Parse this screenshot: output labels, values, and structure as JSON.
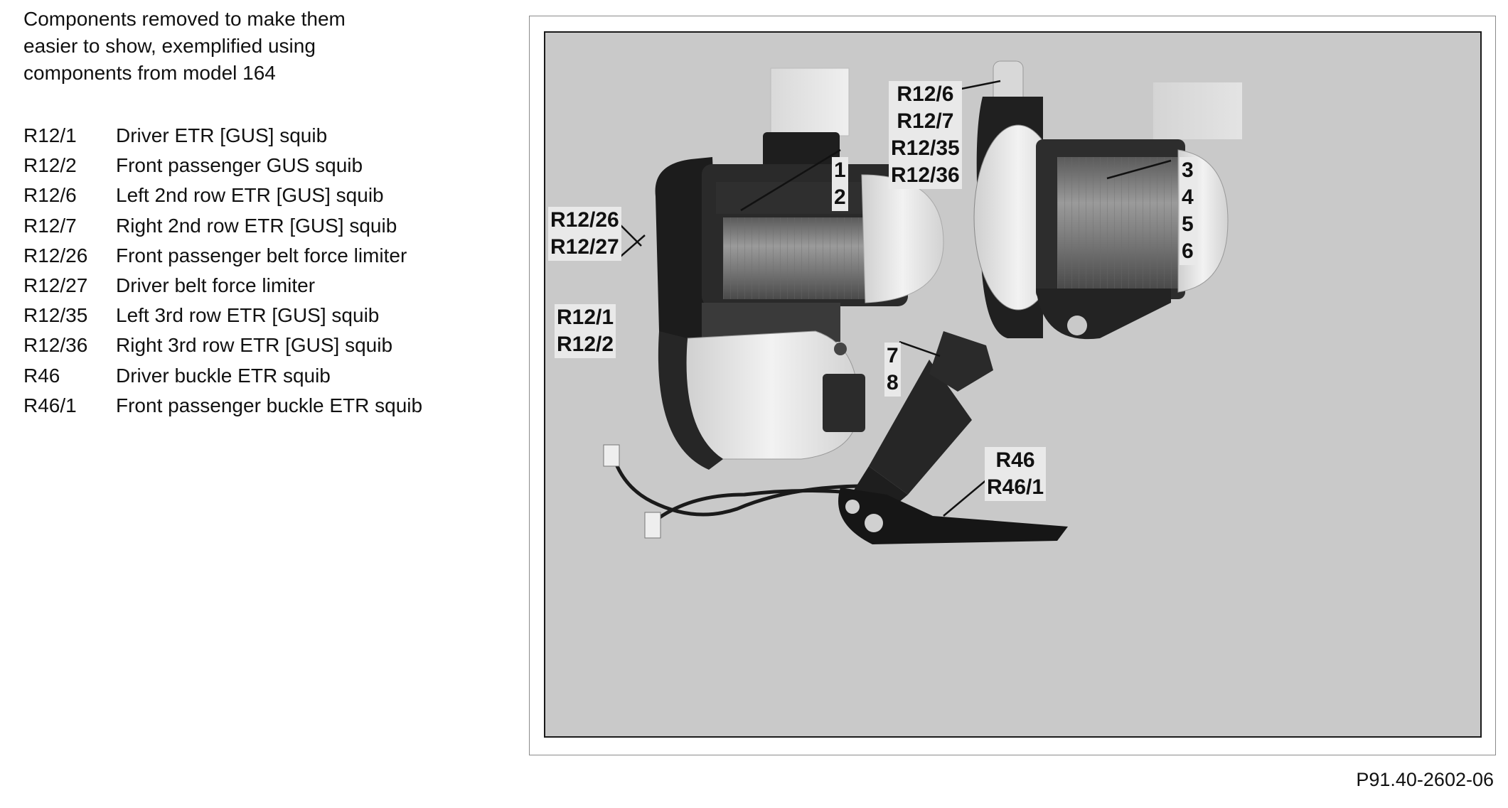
{
  "intro": {
    "line1": "Components removed to make them",
    "line2": "easier to show, exemplified using",
    "line3": "components from model 164"
  },
  "legend": [
    {
      "code": "R12/1",
      "desc": "Driver ETR [GUS] squib"
    },
    {
      "code": "R12/2",
      "desc": "Front passenger GUS squib"
    },
    {
      "code": "R12/6",
      "desc": "Left 2nd row ETR [GUS] squib"
    },
    {
      "code": "R12/7",
      "desc": "Right 2nd row ETR [GUS] squib"
    },
    {
      "code": "R12/26",
      "desc": "Front passenger belt force limiter"
    },
    {
      "code": "R12/27",
      "desc": "Driver belt force limiter"
    },
    {
      "code": "R12/35",
      "desc": "Left 3rd row ETR [GUS] squib"
    },
    {
      "code": "R12/36",
      "desc": "Right 3rd row ETR [GUS] squib"
    },
    {
      "code": "R46",
      "desc": "Driver buckle ETR squib"
    },
    {
      "code": "R46/1",
      "desc": "Front passenger buckle ETR squib"
    }
  ],
  "callouts": {
    "num_1": "1",
    "num_2": "2",
    "num_3": "3",
    "num_4": "4",
    "num_5": "5",
    "num_6": "6",
    "num_7": "7",
    "num_8": "8",
    "r12_26": "R12/26",
    "r12_27": "R12/27",
    "r12_1": "R12/1",
    "r12_2": "R12/2",
    "r12_6": "R12/6",
    "r12_7": "R12/7",
    "r12_35": "R12/35",
    "r12_36": "R12/36",
    "r46": "R46",
    "r46_1": "R46/1"
  },
  "figure_id": "P91.40-2602-06"
}
